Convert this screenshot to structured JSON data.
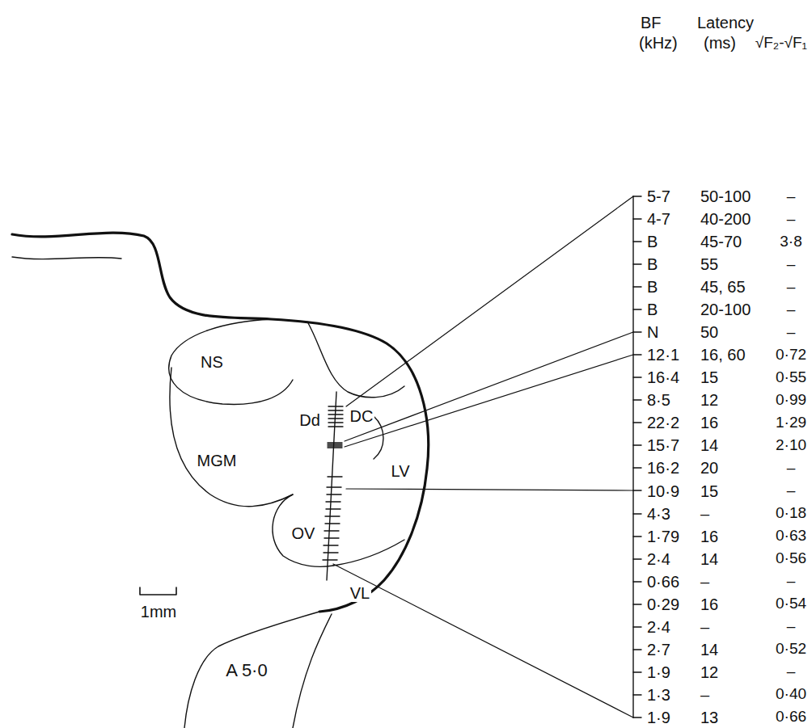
{
  "diagram": {
    "labels": [
      "NS",
      "DC",
      "Dd",
      "MGM",
      "LV",
      "OV",
      "VL",
      "1mm",
      "A 5·0",
      "BF",
      "(kHz)",
      "Latency",
      "(ms)",
      "√F₂-√F₁",
      "5-7",
      "50-100",
      "–",
      "4-7",
      "40-200",
      "–",
      "B",
      "45-70",
      "3·8",
      "B",
      "55",
      "–",
      "B",
      "45, 65",
      "–",
      "B",
      "20-100",
      "–",
      "N",
      "50",
      "–",
      "12·1",
      "16, 60",
      "0·72",
      "16·4",
      "15",
      "0·55",
      "8·5",
      "12",
      "0·99",
      "22·2",
      "16",
      "1·29",
      "15·7",
      "14",
      "2·10",
      "16·2",
      "20",
      "–",
      "10·9",
      "15",
      "–",
      "4·3",
      "–",
      "0·18",
      "1·79",
      "16",
      "0·63",
      "2·4",
      "14",
      "0·56",
      "0·66",
      "–",
      "–",
      "0·29",
      "16",
      "0·54",
      "2·4",
      "–",
      "–",
      "2·7",
      "14",
      "0·52",
      "1·9",
      "12",
      "–",
      "1·3",
      "–",
      "0·40",
      "1·9",
      "13",
      "0·66"
    ]
  }
}
